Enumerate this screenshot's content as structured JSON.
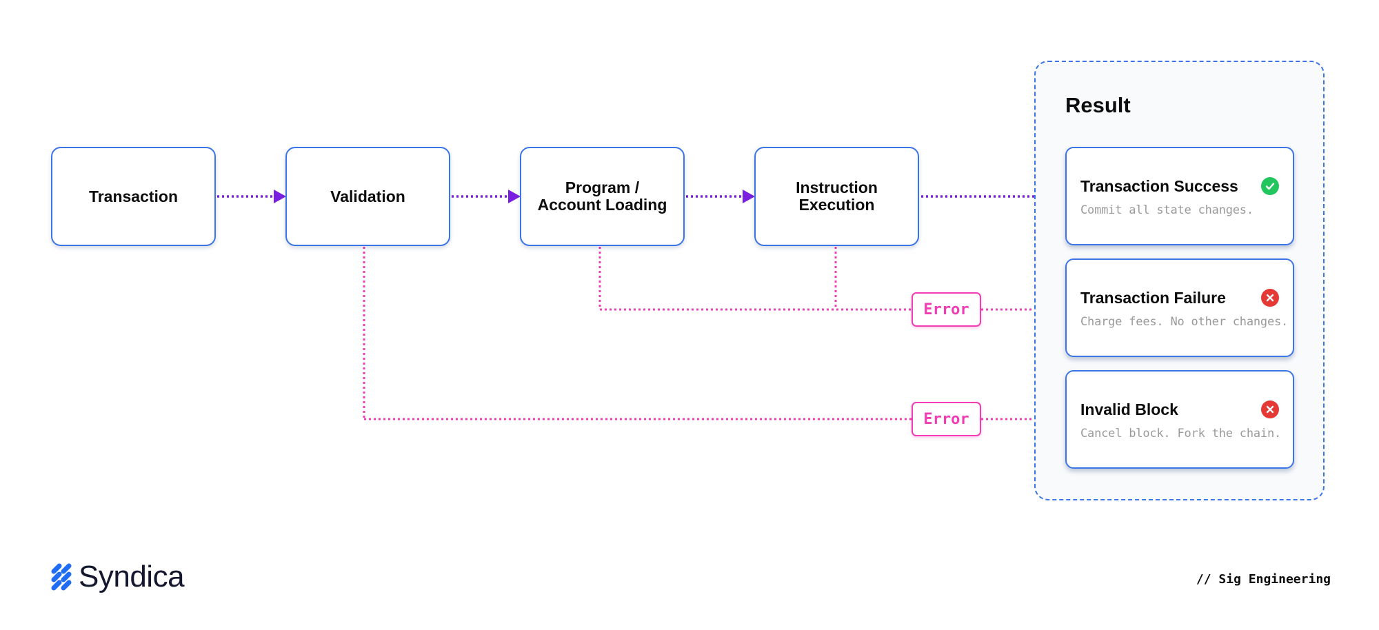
{
  "nodes": {
    "transaction": "Transaction",
    "validation": "Validation",
    "loading": "Program /\nAccount Loading",
    "execution": "Instruction\nExecution"
  },
  "result": {
    "title": "Result",
    "cards": [
      {
        "title": "Transaction Success",
        "desc": "Commit all state changes.",
        "status": "success",
        "icon": "check-circle-icon"
      },
      {
        "title": "Transaction Failure",
        "desc": "Charge fees. No other changes.",
        "status": "error",
        "icon": "x-circle-icon"
      },
      {
        "title": "Invalid Block",
        "desc": "Cancel block. Fork the chain.",
        "status": "error",
        "icon": "x-circle-icon"
      }
    ]
  },
  "errors": {
    "label_1": "Error",
    "label_2": "Error"
  },
  "footer": {
    "brand": "Syndica",
    "tag": "// Sig Engineering"
  },
  "colors": {
    "box_border": "#3b74e6",
    "flow_arrow": "#7a1fe0",
    "error": "#f23cb3",
    "success": "#22c55e",
    "failure": "#e53935",
    "brand": "#1f6df2"
  }
}
